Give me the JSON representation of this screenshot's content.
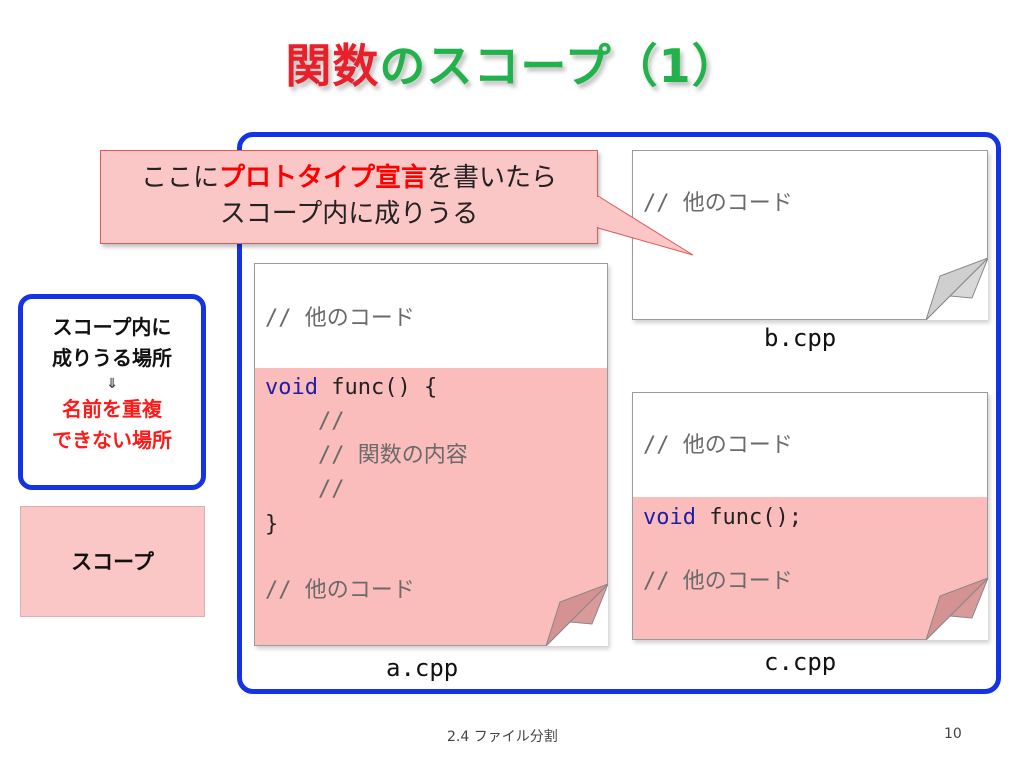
{
  "title": {
    "part1": "関数",
    "part2": "のスコープ（1）"
  },
  "callout": {
    "pre": "ここに",
    "highlight": "プロトタイプ宣言",
    "post": "を書いたら",
    "line2": "スコープ内に成りうる"
  },
  "files": {
    "a": {
      "name": "a.cpp",
      "lines": [
        {
          "type": "comment",
          "text": "// 他のコード"
        },
        {
          "kw": "void",
          "text": " func() {"
        },
        {
          "type": "comment",
          "text": "    //"
        },
        {
          "type": "comment",
          "text": "    // 関数の内容"
        },
        {
          "type": "comment",
          "text": "    //"
        },
        {
          "type": "code",
          "text": "}"
        },
        {
          "type": "comment",
          "text": "// 他のコード"
        }
      ]
    },
    "b": {
      "name": "b.cpp",
      "lines": [
        {
          "type": "comment",
          "text": "// 他のコード"
        }
      ]
    },
    "c": {
      "name": "c.cpp",
      "lines": [
        {
          "type": "comment",
          "text": "// 他のコード"
        },
        {
          "kw": "void",
          "text": " func();"
        },
        {
          "type": "comment",
          "text": "// 他のコード"
        }
      ]
    }
  },
  "legend": {
    "line1": "スコープ内に",
    "line2": "成りうる場所",
    "arrow": "⇓",
    "line3": "名前を重複",
    "line4": "できない場所"
  },
  "scope_label": "スコープ",
  "footer": {
    "section": "2.4 ファイル分割",
    "page": "10"
  },
  "colors": {
    "frame_blue": "#1433e6",
    "highlight_red": "#ff0000",
    "title_green": "#22b24c",
    "scope_pink": "#fbbcbc"
  }
}
